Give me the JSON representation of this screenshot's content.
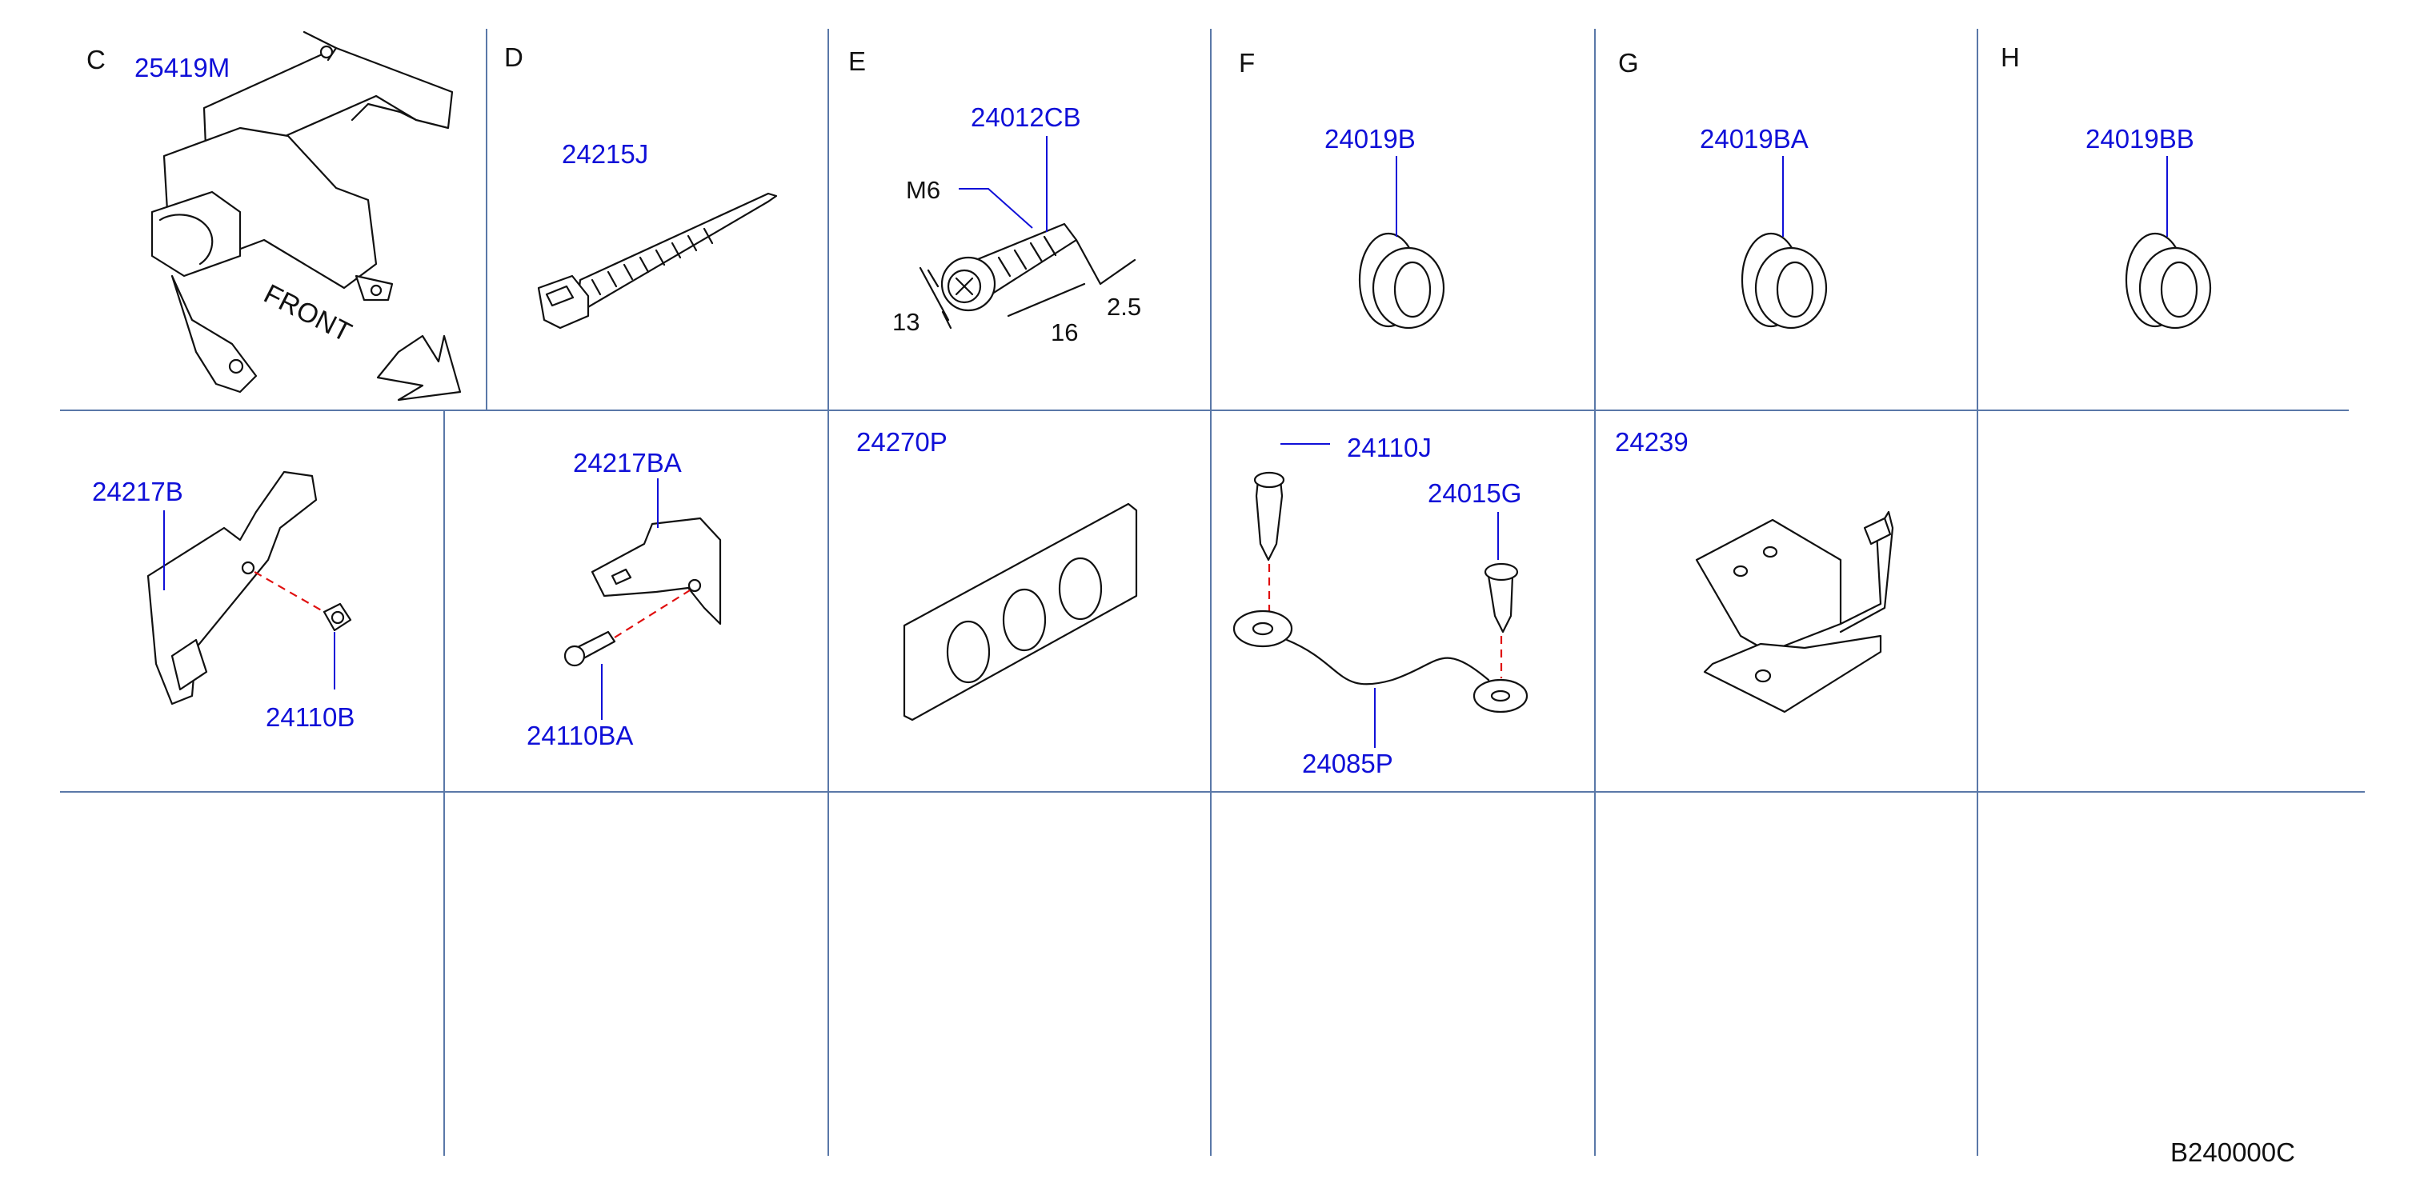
{
  "sections": {
    "C": "C",
    "D": "D",
    "E": "E",
    "F": "F",
    "G": "G",
    "H": "H"
  },
  "parts": {
    "p25419M": "25419M",
    "p24215J": "24215J",
    "p24012CB": "24012CB",
    "p24019B": "24019B",
    "p24019BA": "24019BA",
    "p24019BB": "24019BB",
    "p24217B": "24217B",
    "p24110B": "24110B",
    "p24217BA": "24217BA",
    "p24110BA": "24110BA",
    "p24270P": "24270P",
    "p24110J": "24110J",
    "p24015G": "24015G",
    "p24085P": "24085P",
    "p24239": "24239"
  },
  "dimensions": {
    "thread": "M6",
    "length": "16",
    "head": "13",
    "tip": "2.5"
  },
  "front_label": "FRONT",
  "diagram_code": "B240000C"
}
